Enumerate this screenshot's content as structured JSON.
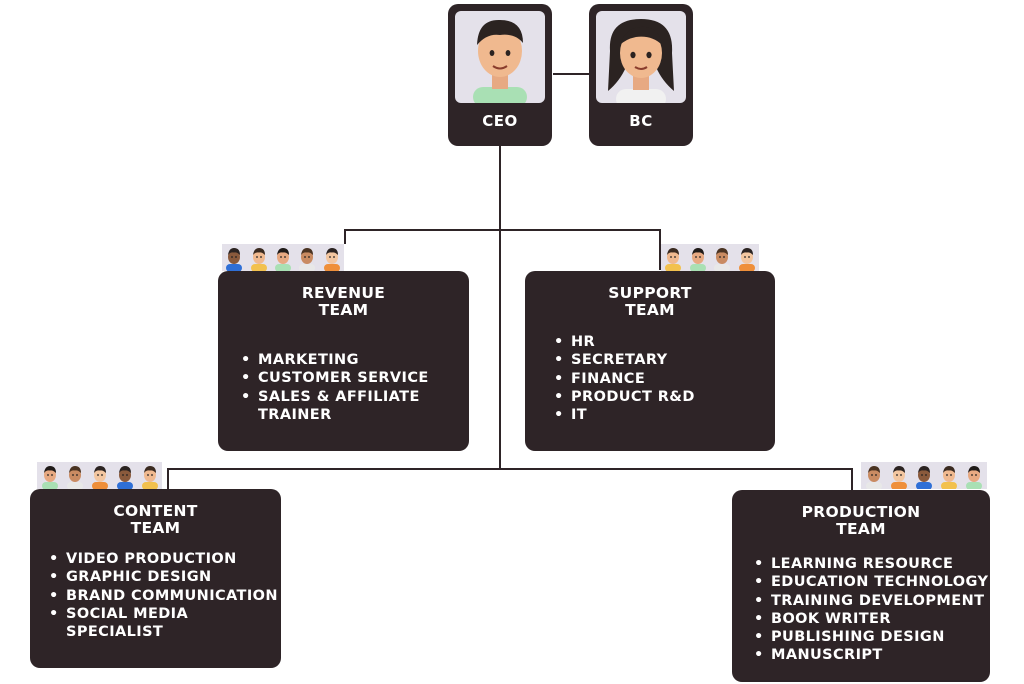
{
  "executives": [
    {
      "role": "CEO",
      "avatar": "male-avatar-icon",
      "shirt": "#a9e0b4",
      "hair": "#2b2321"
    },
    {
      "role": "BC",
      "avatar": "female-avatar-icon",
      "shirt": "#f1f1f1",
      "hair": "#2b2321"
    }
  ],
  "teams": {
    "revenue": {
      "title": [
        "REVENUE",
        "TEAM"
      ],
      "items": [
        "MARKETING",
        "CUSTOMER SERVICE",
        "SALES & AFFILIATE",
        "TRAINER"
      ]
    },
    "support": {
      "title": [
        "SUPPORT",
        "TEAM"
      ],
      "items": [
        "HR",
        "SECRETARY",
        "FINANCE",
        "PRODUCT R&D",
        "IT"
      ]
    },
    "content": {
      "title": [
        "CONTENT",
        "TEAM"
      ],
      "items": [
        "VIDEO PRODUCTION",
        "GRAPHIC DESIGN",
        "BRAND COMMUNICATION",
        "SOCIAL MEDIA",
        "SPECIALIST"
      ]
    },
    "production": {
      "title": [
        "PRODUCTION",
        "TEAM"
      ],
      "items": [
        "LEARNING RESOURCE",
        "EDUCATION TECHNOLOGY",
        "TRAINING DEVELOPMENT",
        "BOOK WRITER",
        "PUBLISHING DESIGN",
        "MANUSCRIPT"
      ]
    }
  },
  "colors": {
    "card": "#2e2427",
    "text": "#ffffff",
    "line": "#2e2427",
    "photo_bg": "#e4e1ea"
  },
  "team_avatar_icon": "team-member-avatar-icon"
}
